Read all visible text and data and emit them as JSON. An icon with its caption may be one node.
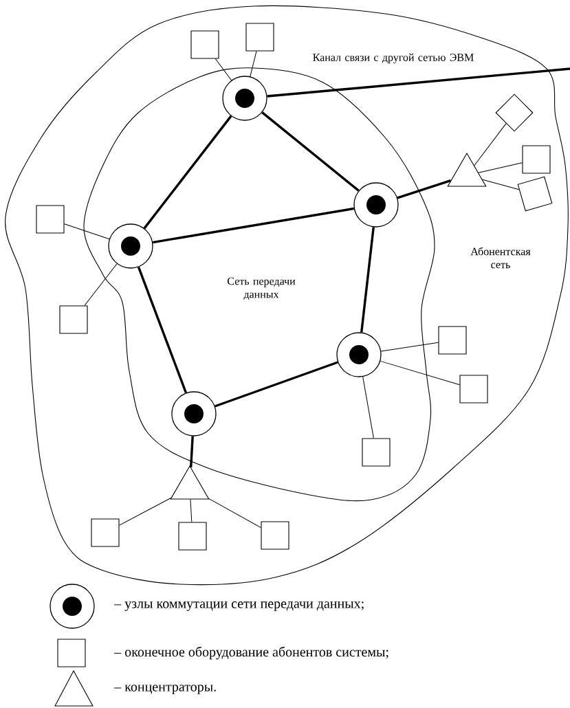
{
  "diagram": {
    "nodes": [
      {
        "text": [
          "Абонентская сеть"
        ]
      },
      {
        "text": [
          "Сеть передачи данных"
        ],
        "in": 0
      },
      {
        "text": [],
        "shape": "box",
        "in": 0
      },
      {
        "text": [],
        "shape": "box",
        "in": 0
      },
      {
        "text": [],
        "shape": "circle",
        "in": 1
      },
      {
        "text": [],
        "shape": "diamond",
        "in": 0
      },
      {
        "text": [],
        "shape": "triangle",
        "in": 0
      },
      {
        "text": [],
        "shape": "box",
        "in": 0
      },
      {
        "text": [],
        "shape": "box",
        "in": 0
      },
      {
        "text": [],
        "shape": "circle",
        "in": 1
      },
      {
        "text": [],
        "shape": "box",
        "in": 0
      },
      {
        "text": [],
        "shape": "circle",
        "in": 1
      },
      {
        "text": [],
        "shape": "box",
        "in": 0
      },
      {
        "text": [],
        "shape": "circle",
        "in": 1
      },
      {
        "text": [],
        "shape": "box",
        "in": 0
      },
      {
        "text": [],
        "shape": "box",
        "in": 0
      },
      {
        "text": [],
        "shape": "circle",
        "in": 1
      },
      {
        "text": [],
        "shape": "box",
        "in": 1
      },
      {
        "text": [],
        "shape": "triangle",
        "in": 0
      },
      {
        "text": [],
        "shape": "box",
        "in": 0
      },
      {
        "text": [],
        "shape": "box",
        "in": 0
      },
      {
        "text": [],
        "shape": "box",
        "in": 0
      }
    ],
    "edges": [
      {
        "from": 2,
        "to": 4,
        "arrow": "none"
      },
      {
        "from": 3,
        "to": 4,
        "arrow": "none"
      },
      {
        "from": 4,
        "to": null,
        "arrow": "none",
        "style": "thick",
        "label": "Канал связи с другой сетью ЭВМ"
      },
      {
        "from": 4,
        "to": 11,
        "arrow": "none",
        "style": "thick"
      },
      {
        "from": 4,
        "to": 9,
        "arrow": "none",
        "style": "thick"
      },
      {
        "from": 5,
        "to": 6,
        "arrow": "none"
      },
      {
        "from": 6,
        "to": 7,
        "arrow": "none"
      },
      {
        "from": 6,
        "to": 8,
        "arrow": "none"
      },
      {
        "from": 9,
        "to": 6,
        "arrow": "none",
        "style": "thick"
      },
      {
        "from": 11,
        "to": 9,
        "arrow": "none",
        "style": "thick"
      },
      {
        "from": 9,
        "to": 13,
        "arrow": "none",
        "style": "thick"
      },
      {
        "from": 10,
        "to": 11,
        "arrow": "none"
      },
      {
        "from": 12,
        "to": 11,
        "arrow": "none"
      },
      {
        "from": 11,
        "to": 16,
        "arrow": "none",
        "style": "thick"
      },
      {
        "from": 13,
        "to": 14,
        "arrow": "none"
      },
      {
        "from": 13,
        "to": 15,
        "arrow": "none"
      },
      {
        "from": 13,
        "to": 17,
        "arrow": "none"
      },
      {
        "from": 16,
        "to": 13,
        "arrow": "none",
        "style": "thick"
      },
      {
        "from": 16,
        "to": 18,
        "arrow": "none",
        "style": "thick"
      },
      {
        "from": 18,
        "to": 19,
        "arrow": "none"
      },
      {
        "from": 18,
        "to": 20,
        "arrow": "none"
      },
      {
        "from": 18,
        "to": 21,
        "arrow": "none"
      }
    ],
    "legend": [
      {
        "text": "– узлы коммутации сети передачи данных;"
      },
      {
        "text": "– оконечное оборудование абонентов системы;"
      },
      {
        "text": "–  концентраторы."
      }
    ]
  }
}
